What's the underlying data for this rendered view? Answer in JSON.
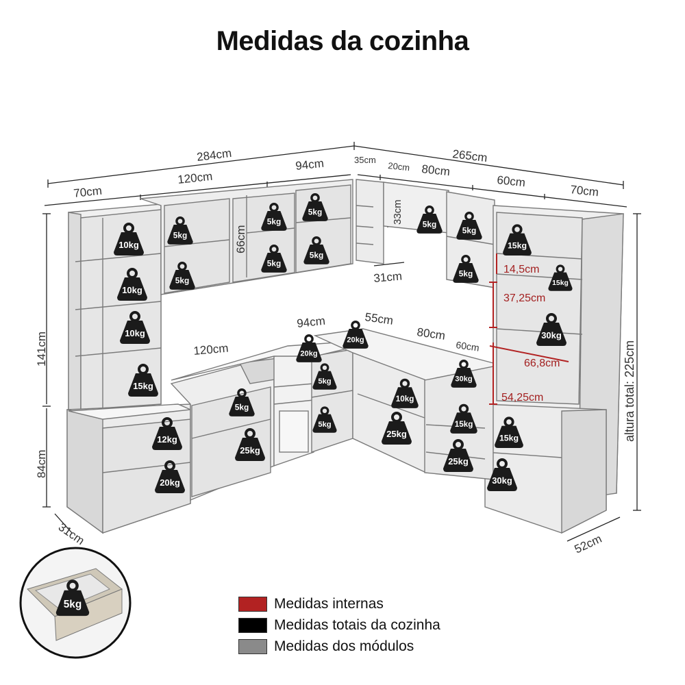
{
  "title": "Medidas da cozinha",
  "colors": {
    "internal": "#b22222",
    "total": "#000000",
    "module": "#8a8a8a",
    "cabinet_face": "#f2f2f2",
    "cabinet_inner": "#e3e3e3",
    "weight_icon": "#1b1b1b"
  },
  "dimensions": {
    "total_left": "284cm",
    "total_right": "265cm",
    "mod_70_left": "70cm",
    "mod_120_top": "120cm",
    "mod_94_top": "94cm",
    "mod_35": "35cm",
    "mod_20": "20cm",
    "mod_80_top": "80cm",
    "mod_60_top": "60cm",
    "mod_70_right": "70cm",
    "height_upper": "66cm",
    "height_niche": "33cm",
    "depth_upper": "31cm",
    "height_tower_left": "141cm",
    "height_base": "84cm",
    "depth_left": "31cm",
    "depth_right": "52cm",
    "total_height": "altura total: 225cm",
    "base_120": "120cm",
    "base_94": "94cm",
    "base_55": "55cm",
    "base_80": "80cm",
    "base_60": "60cm"
  },
  "internal_dims": {
    "d1": "14,5cm",
    "d2": "37,25cm",
    "d3": "66,8cm",
    "d4": "54,25cm"
  },
  "weights": [
    {
      "id": "w1",
      "label": "10kg"
    },
    {
      "id": "w2",
      "label": "10kg"
    },
    {
      "id": "w3",
      "label": "10kg"
    },
    {
      "id": "w4",
      "label": "15kg"
    },
    {
      "id": "w5",
      "label": "12kg"
    },
    {
      "id": "w6",
      "label": "20kg"
    },
    {
      "id": "w7",
      "label": "5kg"
    },
    {
      "id": "w8",
      "label": "5kg"
    },
    {
      "id": "w9",
      "label": "5kg"
    },
    {
      "id": "w10",
      "label": "5kg"
    },
    {
      "id": "w11",
      "label": "5kg"
    },
    {
      "id": "w12",
      "label": "5kg"
    },
    {
      "id": "w13",
      "label": "5kg"
    },
    {
      "id": "w14",
      "label": "5kg"
    },
    {
      "id": "w15",
      "label": "5kg"
    },
    {
      "id": "w16",
      "label": "15kg"
    },
    {
      "id": "w17",
      "label": "15kg"
    },
    {
      "id": "w18",
      "label": "30kg"
    },
    {
      "id": "w19",
      "label": "20kg"
    },
    {
      "id": "w20",
      "label": "20kg"
    },
    {
      "id": "w21",
      "label": "5kg"
    },
    {
      "id": "w22",
      "label": "5kg"
    },
    {
      "id": "w23",
      "label": "5kg"
    },
    {
      "id": "w24",
      "label": "25kg"
    },
    {
      "id": "w25",
      "label": "10kg"
    },
    {
      "id": "w26",
      "label": "25kg"
    },
    {
      "id": "w27",
      "label": "30kg"
    },
    {
      "id": "w28",
      "label": "15kg"
    },
    {
      "id": "w29",
      "label": "25kg"
    },
    {
      "id": "w30",
      "label": "15kg"
    },
    {
      "id": "w31",
      "label": "30kg"
    },
    {
      "id": "w32",
      "label": "5kg"
    }
  ],
  "legend": {
    "internal": "Medidas internas",
    "total": "Medidas totais da cozinha",
    "module": "Medidas dos módulos"
  }
}
